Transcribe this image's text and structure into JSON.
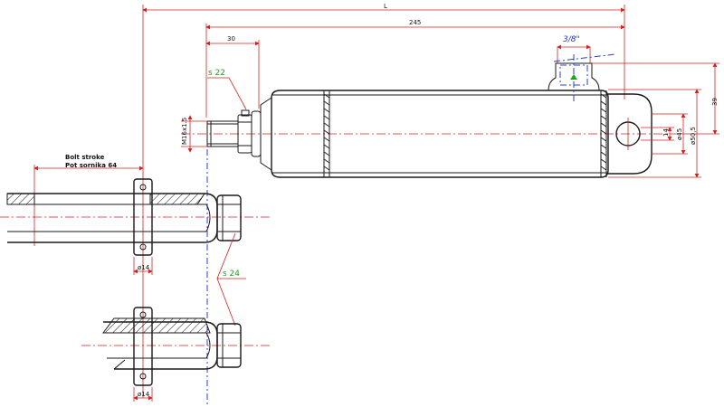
{
  "dimensions": {
    "overall_length": "L",
    "body_length": "245",
    "thread_length": "30",
    "port_size": "3/8\"",
    "rod_thread": "M16x1.5",
    "eye_hole": "14",
    "body_diameter": "ø45",
    "outer_diameter": "ø50,5",
    "eye_height": "39"
  },
  "labels": {
    "wrench_rod": "s 22",
    "wrench_clevis": "s 24",
    "bolt_stroke_en": "Bolt stroke",
    "bolt_stroke_local": "Pot sornika 64",
    "clevis_hole_top": "ø14",
    "clevis_hole_bottom": "ø14"
  },
  "colors": {
    "outline": "#1a1a1a",
    "dimension": "#d42020",
    "wrench_label": "#1aa51a",
    "hidden_line": "#2a3fcf"
  }
}
